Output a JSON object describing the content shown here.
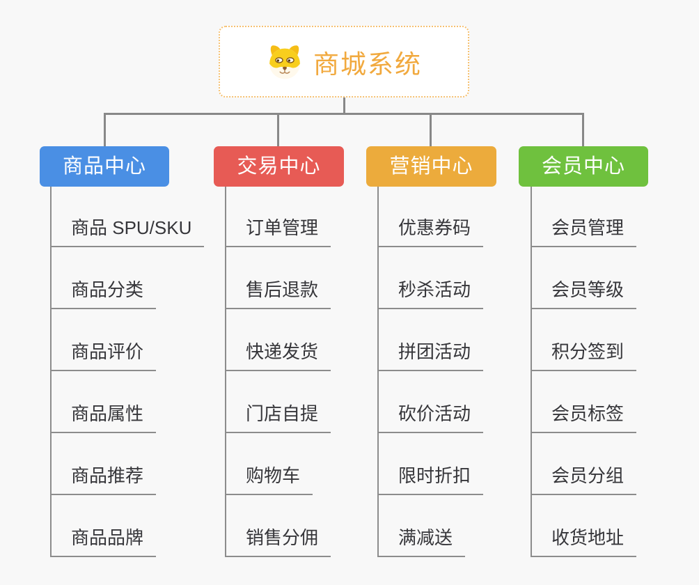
{
  "root": {
    "title": "商城系统",
    "icon": "shiba-dog-face-icon"
  },
  "branches": [
    {
      "label": "商品中心",
      "color": "#4A8FE4",
      "children": [
        "商品 SPU/SKU",
        "商品分类",
        "商品评价",
        "商品属性",
        "商品推荐",
        "商品品牌"
      ]
    },
    {
      "label": "交易中心",
      "color": "#E75B55",
      "children": [
        "订单管理",
        "售后退款",
        "快递发货",
        "门店自提",
        "购物车",
        "销售分佣"
      ]
    },
    {
      "label": "营销中心",
      "color": "#ECAB3C",
      "children": [
        "优惠券码",
        "秒杀活动",
        "拼团活动",
        "砍价活动",
        "限时折扣",
        "满减送"
      ]
    },
    {
      "label": "会员中心",
      "color": "#6FC13E",
      "children": [
        "会员管理",
        "会员等级",
        "积分签到",
        "会员标签",
        "会员分组",
        "收货地址"
      ]
    }
  ],
  "colors": {
    "root_accent": "#F1A93E",
    "root_border": "#F6C171",
    "connector": "#888888",
    "child_line": "#8C8C8C",
    "child_text": "#36363A",
    "background": "#F8F8F8"
  }
}
